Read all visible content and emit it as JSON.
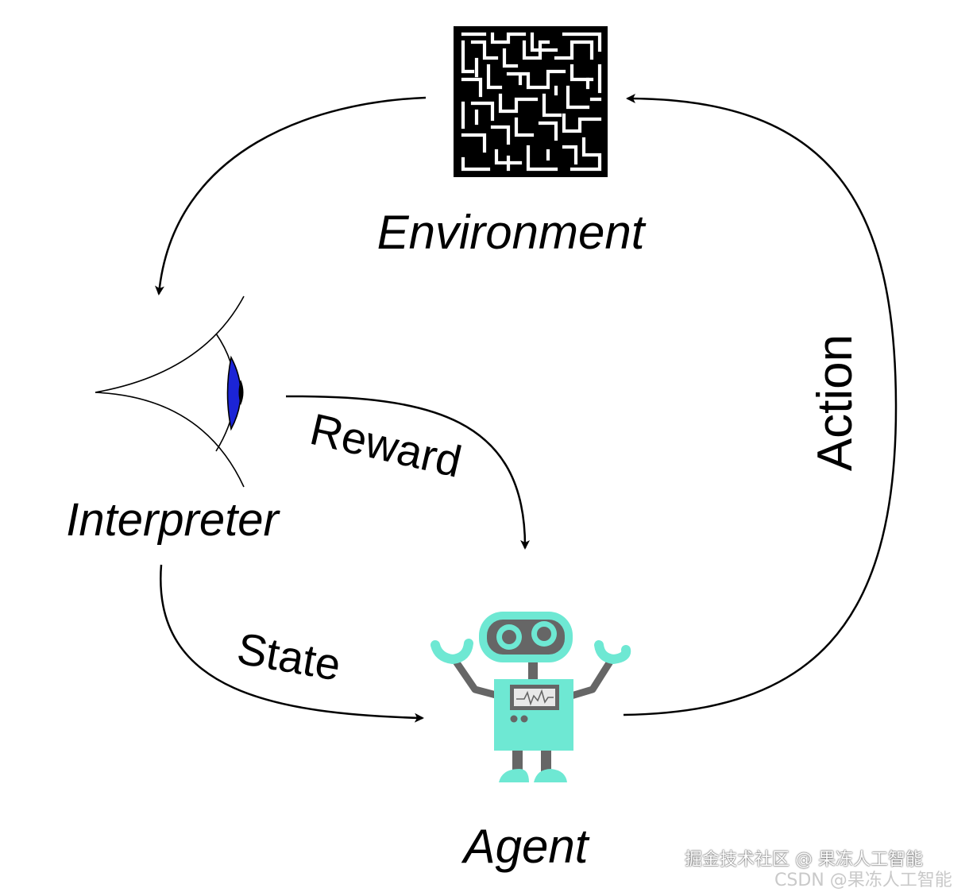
{
  "diagram": {
    "nodes": {
      "environment": "Environment",
      "interpreter": "Interpreter",
      "agent": "Agent"
    },
    "edges": {
      "reward": "Reward",
      "state": "State",
      "action": "Action"
    }
  },
  "watermark": {
    "line1": "掘金技术社区 @ 果冻人工智能",
    "line2": "CSDN @果冻人工智能"
  },
  "colors": {
    "robot_body": "#6ee8d3",
    "robot_dark": "#666666",
    "eye_iris": "#1b24d6"
  }
}
